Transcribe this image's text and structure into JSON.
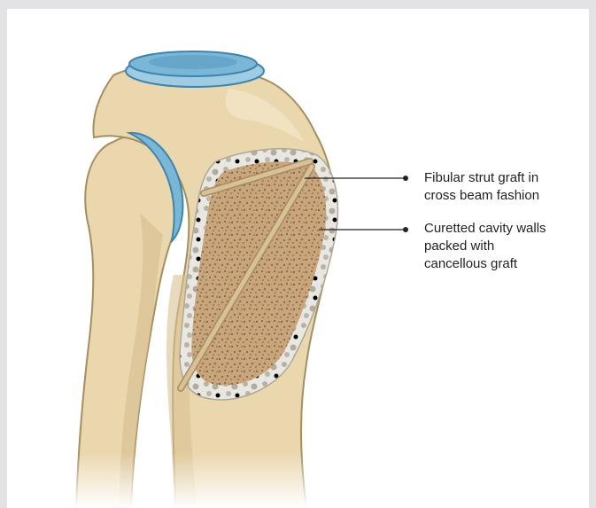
{
  "annotations": {
    "fibular_strut_graft": {
      "lines": [
        "Fibular strut graft in",
        "cross beam fashion"
      ]
    },
    "curetted_cavity": {
      "lines": [
        "Curetted cavity walls",
        "packed with",
        "cancellous graft"
      ]
    }
  },
  "colors": {
    "bone_fill": "#ead7ad",
    "bone_outline": "#a58e60",
    "bone_shadow": "#d8c193",
    "cartilage_blue": "#7ab6d6",
    "cartilage_outline": "#3f84ad",
    "cancellous_graft": "#b8916a",
    "strut_graft": "#d9c098",
    "leader_line": "#222222"
  }
}
